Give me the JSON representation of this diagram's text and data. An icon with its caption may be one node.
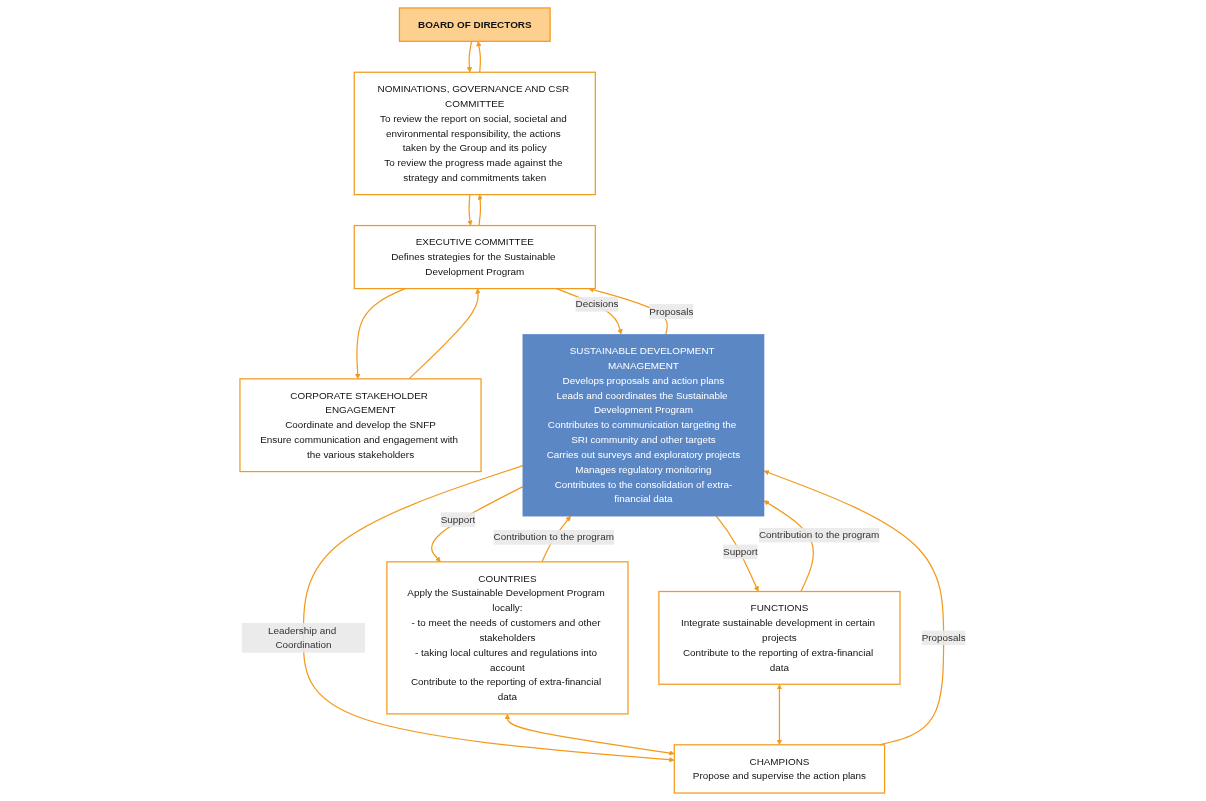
{
  "diagram": {
    "nodes": [
      {
        "text": [
          "BOARD OF DIRECTORS"
        ]
      },
      {
        "text": [
          "NOMINATIONS, GOVERNANCE AND CSR COMMITTEE",
          "To review the report on social, societal and environmental responsibility, the actions taken by the Group and its policy",
          "To review the progress made against the strategy and commitments taken"
        ]
      },
      {
        "text": [
          "CORPORATE STAKEHOLDER ENGAGEMENT",
          "Coordinate and develop the SNFP",
          "Ensure communication and engagement with the various stakeholders"
        ]
      },
      {
        "text": [
          "EXECUTIVE COMMITTEE",
          "Defines strategies for the Sustainable Development Program"
        ]
      },
      {
        "text": [
          "COUNTRIES",
          "Apply the Sustainable Development Program locally:",
          "- to meet the needs of customers and other stakeholders",
          "- taking local cultures and regulations into account",
          "Contribute to the reporting of extra-financial data"
        ]
      },
      {
        "text": [
          "SUSTAINABLE DEVELOPMENT MANAGEMENT",
          "Develops proposals and action plans",
          "Leads and coordinates the Sustainable Development Program",
          "Contributes to communication targeting the SRI community and other targets",
          "Carries out surveys and exploratory projects",
          "Manages regulatory monitoring",
          "Contributes to the consolidation of extra-financial data"
        ]
      },
      {
        "text": [
          "FUNCTIONS",
          "Integrate sustainable development in certain projects",
          "Contribute to the reporting of extra-financial data"
        ]
      },
      {
        "text": [
          "CHAMPIONS",
          "Propose and supervise the action plans"
        ]
      }
    ],
    "edges": [
      {
        "from": 0,
        "to": 1,
        "arrow": "to"
      },
      {
        "from": 1,
        "to": 0,
        "arrow": "to"
      },
      {
        "from": 1,
        "to": 3,
        "arrow": "to"
      },
      {
        "from": 3,
        "to": 1,
        "arrow": "to"
      },
      {
        "from": 3,
        "to": 2,
        "arrow": "to"
      },
      {
        "from": 2,
        "to": 3,
        "arrow": "to"
      },
      {
        "from": 3,
        "to": 5,
        "arrow": "to",
        "label": "Decisions"
      },
      {
        "from": 5,
        "to": 3,
        "arrow": "to",
        "label": "Proposals"
      },
      {
        "from": 5,
        "to": 4,
        "arrow": "to",
        "label": "Support"
      },
      {
        "from": 4,
        "to": 5,
        "arrow": "to",
        "label": "Contribution to the program"
      },
      {
        "from": 5,
        "to": 6,
        "arrow": "to",
        "label": "Support"
      },
      {
        "from": 6,
        "to": 5,
        "arrow": "to",
        "label": "Contribution to the program"
      },
      {
        "from": 5,
        "to": 7,
        "arrow": "to",
        "label": "Leadership and Coordination"
      },
      {
        "from": 7,
        "to": 5,
        "arrow": "to",
        "label": "Proposals"
      },
      {
        "from": 4,
        "to": 7,
        "arrow": "both"
      },
      {
        "from": 6,
        "to": 7,
        "arrow": "both"
      }
    ]
  }
}
